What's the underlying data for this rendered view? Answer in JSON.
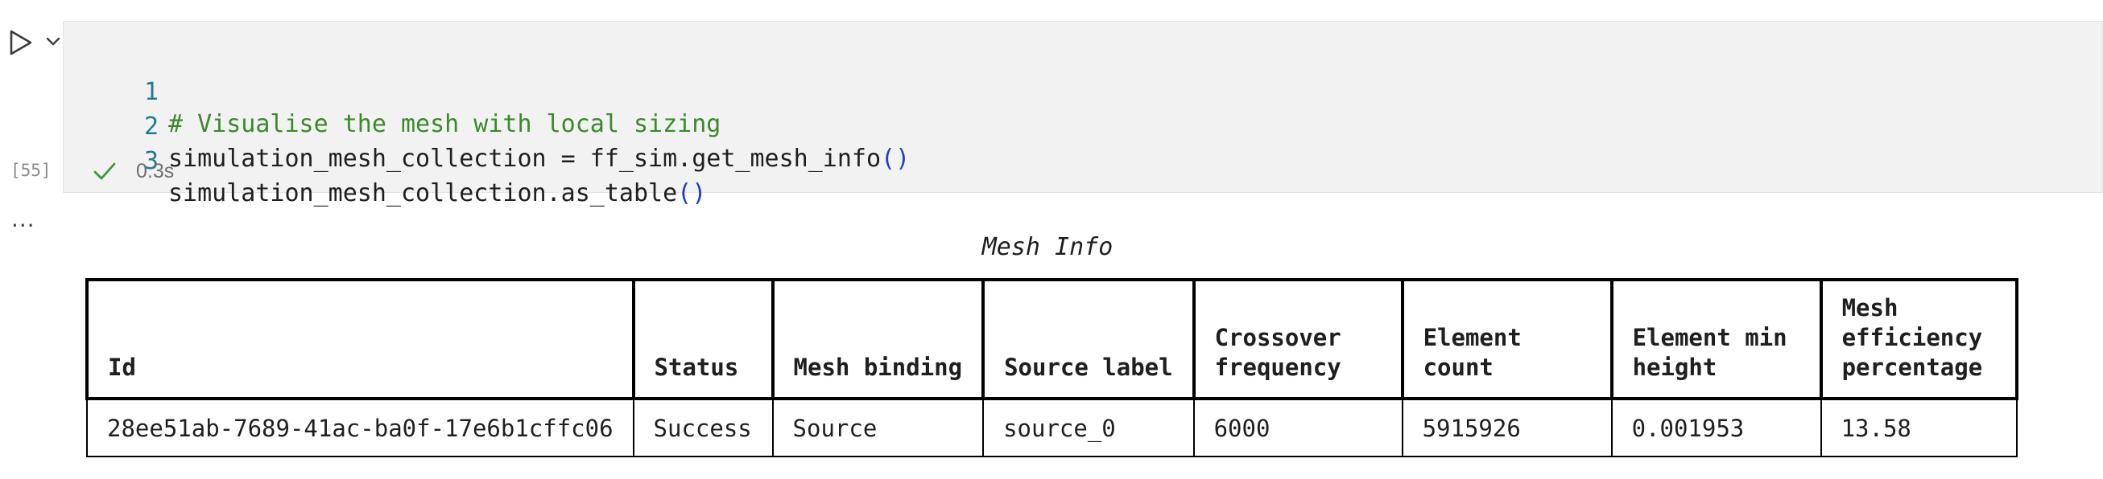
{
  "cell": {
    "execution_count": "[55]",
    "code_lines": [
      {
        "number": "1",
        "text": "# Visualise the mesh with local sizing"
      },
      {
        "number": "2",
        "text": "simulation_mesh_collection = ff_sim.get_mesh_info",
        "paren": "()"
      },
      {
        "number": "3",
        "text": "simulation_mesh_collection.as_table",
        "paren": "()"
      }
    ],
    "status": {
      "icon": "check-icon",
      "elapsed": "0.3s"
    },
    "run_icon": "play-icon",
    "menu_icon": "chevron-down-icon"
  },
  "output": {
    "more_label": "...",
    "title": "Mesh Info",
    "table": {
      "headers": [
        [
          "Id"
        ],
        [
          "Status"
        ],
        [
          "Mesh binding"
        ],
        [
          "Source label"
        ],
        [
          "Crossover",
          "frequency"
        ],
        [
          "Element",
          "count"
        ],
        [
          "Element min",
          "height"
        ],
        [
          "Mesh",
          "efficiency",
          "percentage"
        ]
      ],
      "rows": [
        [
          "28ee51ab-7689-41ac-ba0f-17e6b1cffc06",
          "Success",
          "Source",
          "source_0",
          "6000",
          "5915926",
          "0.001953",
          "13.58"
        ]
      ]
    }
  },
  "colors": {
    "cell_background": "#f2f2f2",
    "line_number": "#237893",
    "comment": "#3a8a2a",
    "paren": "#1f3fbf",
    "success_check": "#3a9a3a"
  }
}
